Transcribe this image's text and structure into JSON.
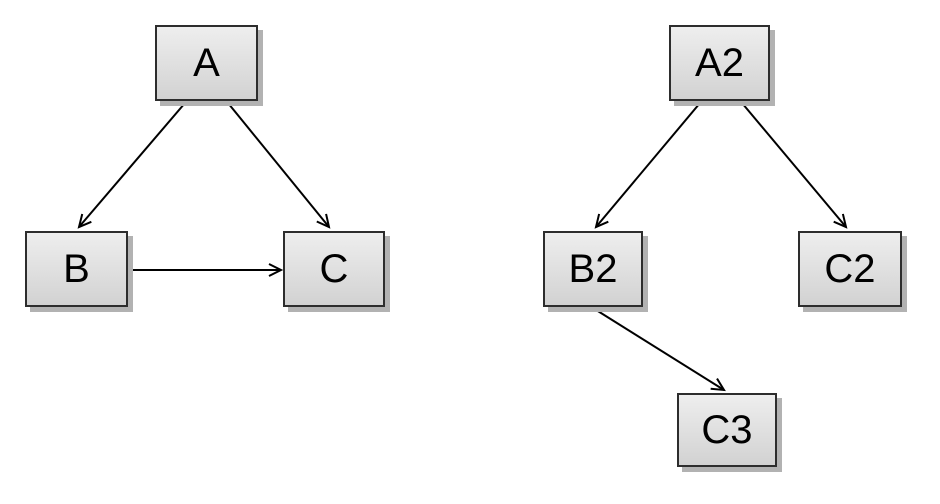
{
  "diagrams": {
    "left": {
      "nodes": [
        {
          "id": "A",
          "label": "A"
        },
        {
          "id": "B",
          "label": "B"
        },
        {
          "id": "C",
          "label": "C"
        }
      ],
      "edges": [
        {
          "from": "A",
          "to": "B"
        },
        {
          "from": "A",
          "to": "C"
        },
        {
          "from": "B",
          "to": "C"
        }
      ]
    },
    "right": {
      "nodes": [
        {
          "id": "A2",
          "label": "A2"
        },
        {
          "id": "B2",
          "label": "B2"
        },
        {
          "id": "C2",
          "label": "C2"
        },
        {
          "id": "C3",
          "label": "C3"
        }
      ],
      "edges": [
        {
          "from": "A2",
          "to": "B2"
        },
        {
          "from": "A2",
          "to": "C2"
        },
        {
          "from": "B2",
          "to": "C3"
        }
      ]
    }
  },
  "colors": {
    "background": "#ffffff",
    "node_fill_top": "#eeeeee",
    "node_fill_bottom": "#d2d2d2",
    "node_border": "#2d2d2d",
    "node_shadow": "#b2b2b2",
    "edge": "#000000",
    "text": "#000000"
  }
}
